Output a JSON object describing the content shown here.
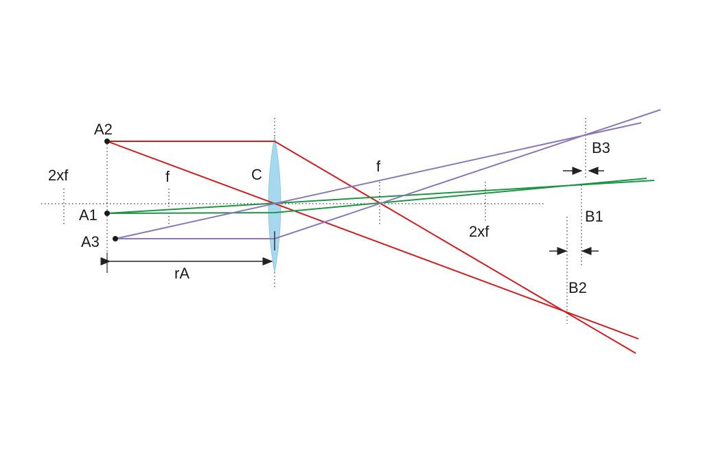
{
  "labels": {
    "two_f_left": "2xf",
    "f_left": "f",
    "center": "C",
    "f_right": "f",
    "two_f_right": "2xf",
    "a1": "A1",
    "a2": "A2",
    "a3": "A3",
    "ra": "rA",
    "b1": "B1",
    "b2": "B2",
    "b3": "B3"
  },
  "colors": {
    "ray_a2": "#d7191c",
    "ray_a1": "#1a9641",
    "ray_a3": "#8878b8",
    "lens": "#a6d8f0",
    "axis": "#333333",
    "text": "#1a1a1a"
  }
}
